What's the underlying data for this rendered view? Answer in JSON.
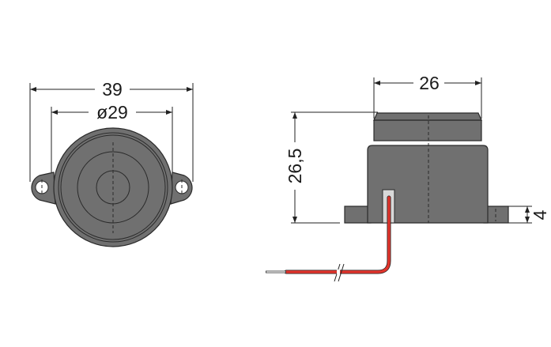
{
  "title": "Buzzer dimension drawing",
  "front_view": {
    "width_label": "39",
    "diameter_label": "ø29"
  },
  "side_view": {
    "width_label": "26",
    "height_label": "26,5",
    "foot_height_label": "4"
  },
  "colors": {
    "body": "#707070",
    "wire": "#e0342c",
    "line": "#222222"
  }
}
